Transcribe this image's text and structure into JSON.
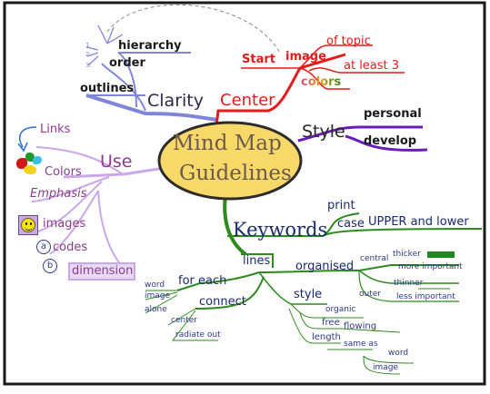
{
  "colors": {
    "center_fill": "#f9d86a",
    "center_stroke": "#2b2b2b",
    "clarity": "#7f86d8",
    "center_branch": "#e51b1b",
    "style": "#6a1bb8",
    "use": "#8a3c8a",
    "use_branch": "#c9a7e8",
    "keywords": "#2e8a1e",
    "keywords_text": "#1a2a6c",
    "sub_text": "#2a3a8c",
    "thicker_bar": "#1d8a1d",
    "frame": "#1a1a1a"
  },
  "center": {
    "line1": "Mind Map",
    "line2": "Guidelines"
  },
  "clarity": {
    "label": "Clarity",
    "hierarchy": "hierarchy",
    "order": "order",
    "outlines": "outlines"
  },
  "centerbranch": {
    "label": "Center",
    "start": "Start",
    "image": "image",
    "of_topic": "of topic",
    "colors": "colors",
    "at_least": "at least 3"
  },
  "style": {
    "label": "Style",
    "personal": "personal",
    "develop": "develop"
  },
  "use": {
    "label": "Use",
    "links": "Links",
    "colors": "Colors",
    "emphasis": "Emphasis",
    "images": "images",
    "codes": "codes",
    "dimension": "dimension",
    "code_a": "a",
    "code_b": "b"
  },
  "keywords": {
    "label": "Keywords",
    "print": "print",
    "case": "case",
    "upper_lower": "UPPER and lower",
    "lines": "lines",
    "organised": "organised",
    "central": "central",
    "thicker": "thicker",
    "more_important": "more important",
    "outer": "outer",
    "thinner": "thinner",
    "less_important": "less important",
    "style": "style",
    "organic": "organic",
    "free": "free",
    "flowing": "flowing",
    "length": "length",
    "same_as": "same as",
    "word": "word",
    "image": "image",
    "for_each": "for each",
    "fe_word": "word",
    "fe_image": "image",
    "fe_alone": "alone",
    "connect": "connect",
    "c_center": "center",
    "c_radiate": "radiate out"
  }
}
